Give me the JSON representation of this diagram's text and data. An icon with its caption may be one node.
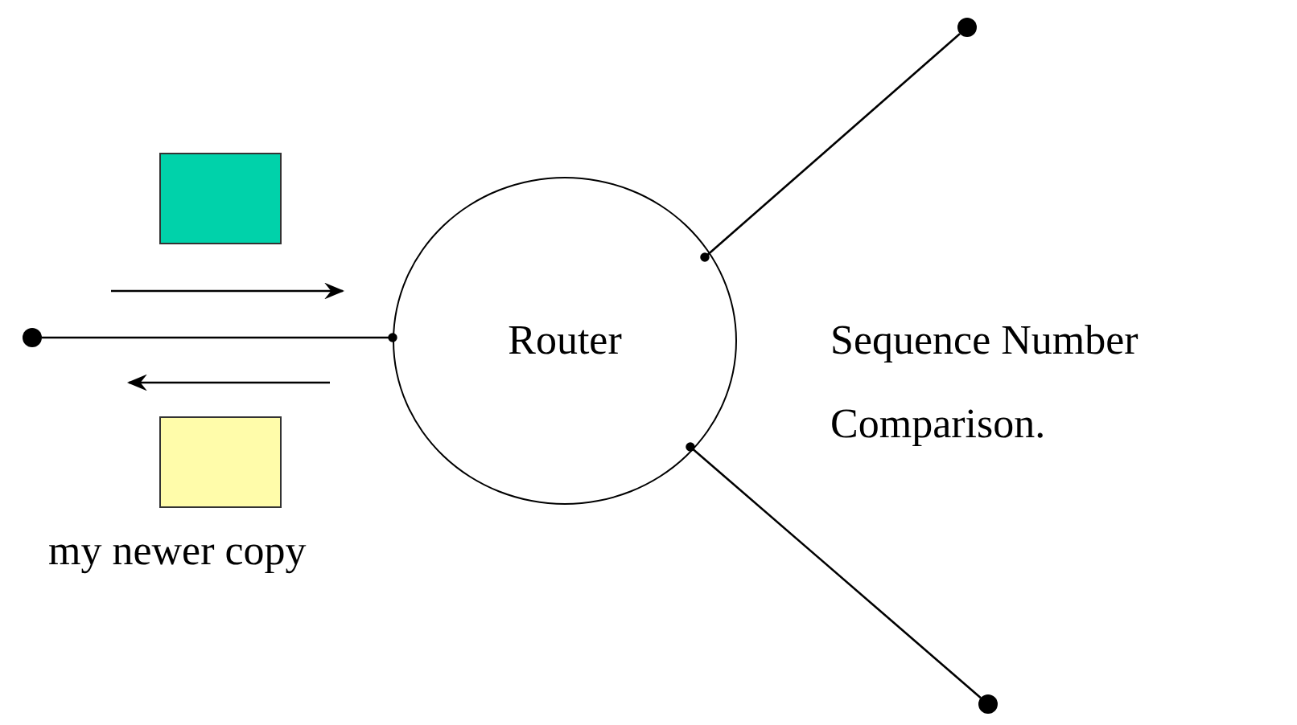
{
  "diagram": {
    "nodes": [
      {
        "text": [
          "Router"
        ]
      },
      {
        "text": [],
        "shape": "circle"
      },
      {
        "text": [],
        "shape": "circle"
      },
      {
        "text": [],
        "shape": "circle"
      },
      {
        "text": [],
        "shape": "box"
      },
      {
        "text": [],
        "shape": "box",
        "beside": [
          "my newer copy"
        ]
      }
    ],
    "edges": [
      {
        "from": 1,
        "to": 0,
        "arrow": "other"
      },
      {
        "from": 2,
        "to": 0,
        "arrow": "other"
      },
      {
        "from": 3,
        "to": 0,
        "arrow": "other"
      }
    ],
    "labels": [
      "Sequence Number Comparison."
    ]
  }
}
